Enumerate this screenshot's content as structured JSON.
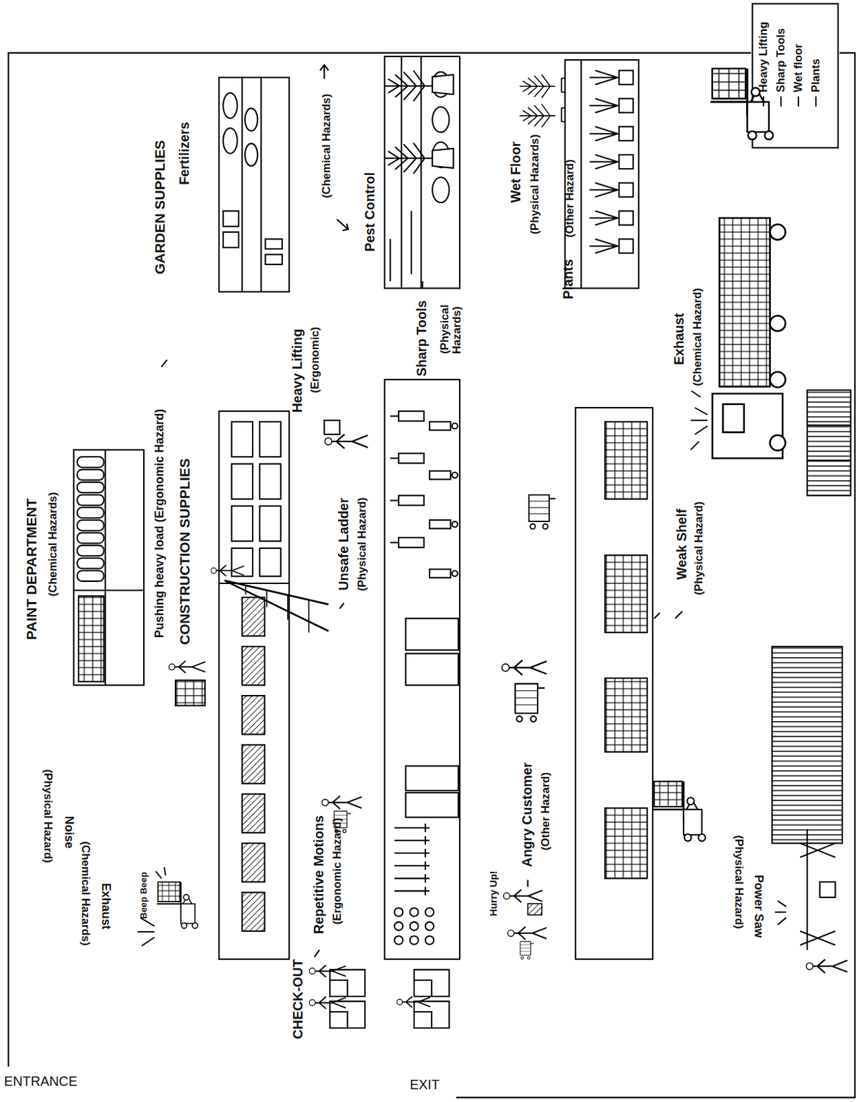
{
  "diagram": {
    "labels": [
      "PAINT DEPARTMENT",
      "(Chemical Hazards)",
      "CONSTRUCTION SUPPLIES",
      "Pushing heavy load (Ergonomic Hazard)",
      "GARDEN SUPPLIES",
      "Fertilizers",
      "(Chemical Hazards)",
      "Pest Control",
      "Heavy Lifting",
      "(Ergonomic)",
      "Sharp Tools",
      "(Physical Hazards)",
      "Wet Floor",
      "(Physical Hazards)",
      "Plants",
      "(Other Hazard)",
      "Unsafe Ladder",
      "(Physical Hazard)",
      "Exhaust",
      "(Chemical Hazard)",
      "Weak Shelf",
      "(Physical Hazard)",
      "Angry Customer",
      "(Other Hazard)",
      "Hurry Up!",
      "Repetitive Motions",
      "(Ergonomic Hazard)",
      "CHECK-OUT",
      "Exhaust",
      "(Chemical Hazards)",
      "Noise",
      "(Physical Hazard)",
      "Beep Beep",
      "Power Saw",
      "(Physical Hazard)",
      "ENTRANCE",
      "EXIT"
    ],
    "legend": [
      {
        "text": "Heavy Lifting"
      },
      {
        "text": "Sharp Tools"
      },
      {
        "text": "Wet floor"
      },
      {
        "text": "Plants"
      }
    ]
  }
}
